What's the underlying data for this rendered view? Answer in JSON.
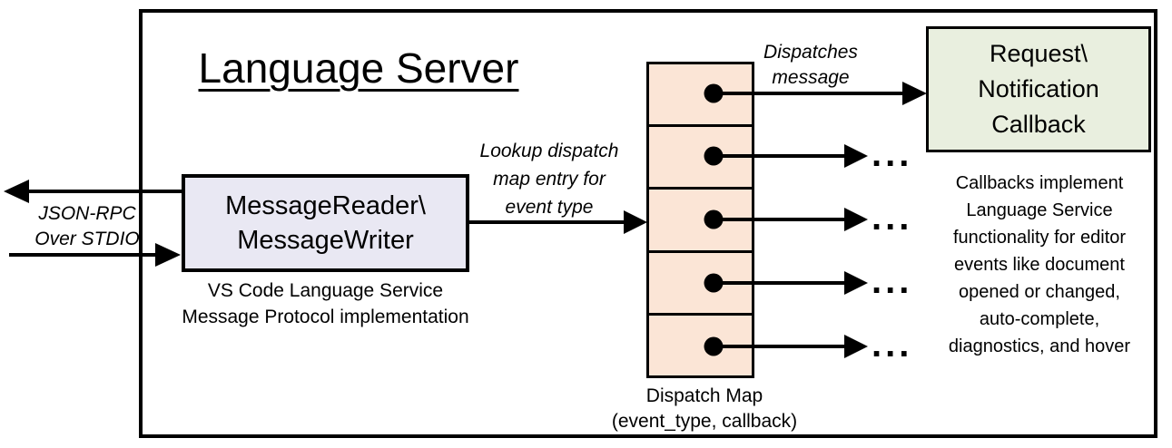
{
  "diagram": {
    "title": "Language Server",
    "io_label": "JSON-RPC\nOver STDIO",
    "message_handler": {
      "label": "MessageReader\\\nMessageWriter",
      "caption": "VS Code Language Service\nMessage Protocol implementation"
    },
    "lookup_label": "Lookup dispatch\nmap entry for\nevent type",
    "dispatch_map": {
      "caption": "Dispatch Map\n(event_type, callback)",
      "entry_count": 5
    },
    "dispatches_label": "Dispatches\nmessage",
    "callback_box": {
      "label": "Request\\\nNotification\nCallback"
    },
    "callbacks_note": "Callbacks implement\nLanguage Service\nfunctionality for editor\nevents like document\nopened or changed,\nauto-complete,\ndiagnostics, and hover",
    "ellipsis": "...",
    "colors": {
      "border": "#000000",
      "message_handler_fill": "#e9e8f3",
      "dispatch_map_fill": "#fbe5d6",
      "callback_fill": "#e9efdf",
      "background": "#ffffff"
    }
  }
}
